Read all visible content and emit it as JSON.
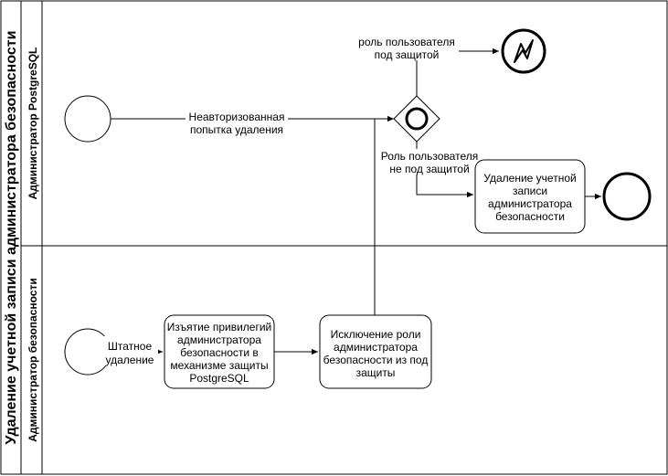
{
  "pool": {
    "title": "Удаление учетной записи администратора безопасности"
  },
  "lanes": [
    {
      "title": "Администратор PostgreSQL"
    },
    {
      "title": "Администратор безопасности"
    }
  ],
  "tasks": {
    "delete_account": [
      "Удаление учетной",
      "записи",
      "администратора",
      "безопасности"
    ],
    "revoke_privileges": [
      "Изъятие привилегий",
      "администратора",
      "безопасности в",
      "механизме защиты",
      "PostgreSQL"
    ],
    "remove_role": [
      "Исключение роли",
      "администратора",
      "безопасности из под",
      "защиты"
    ]
  },
  "labels": {
    "unauthorized": [
      "Неавторизованная",
      "попытка удаления"
    ],
    "protected": [
      "роль пользователя",
      "под защитой"
    ],
    "not_protected": [
      "Роль пользователя",
      "не под защитой"
    ],
    "regular": [
      "Штатное",
      "удаление"
    ]
  }
}
